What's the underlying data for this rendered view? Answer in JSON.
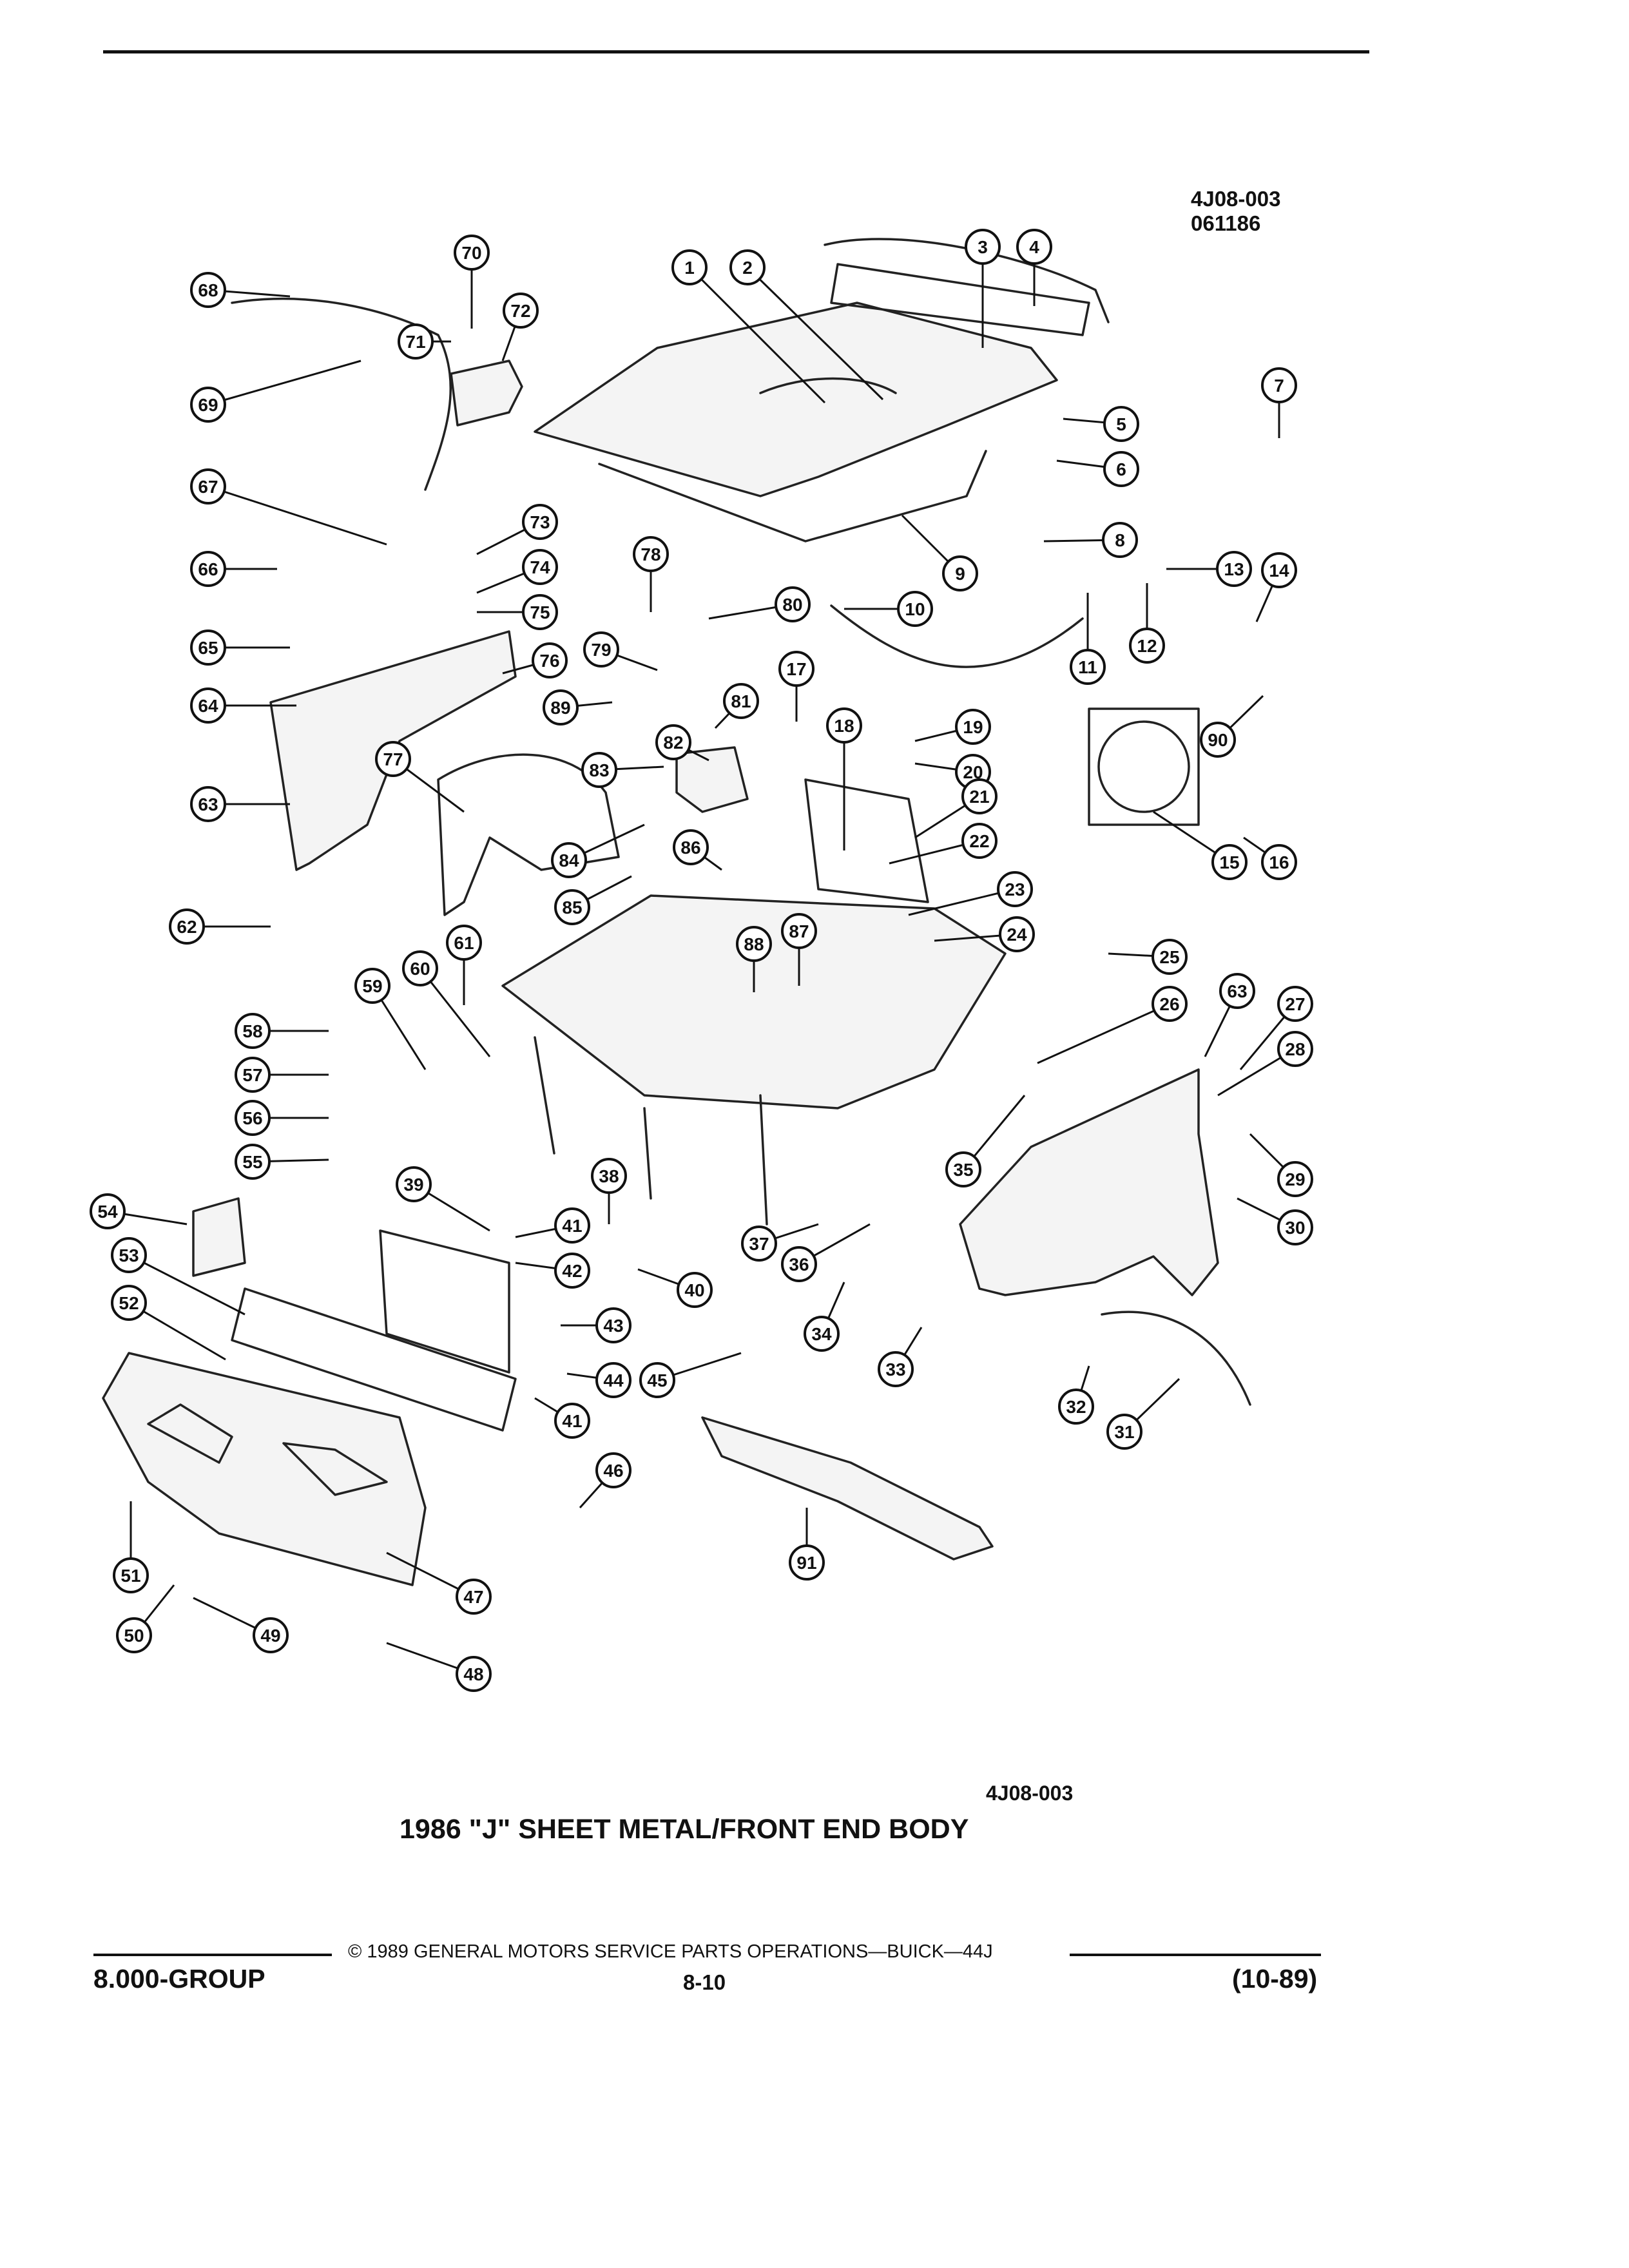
{
  "figure_code": "4J08-003",
  "figure_date": "061186",
  "bottom_code": "4J08-003",
  "caption": "1986 \"J\" SHEET METAL/FRONT END BODY",
  "footer": {
    "copyright": "© 1989 GENERAL MOTORS SERVICE PARTS OPERATIONS—BUICK—44J",
    "group": "8.000-GROUP",
    "page": "8-10",
    "date": "(10-89)"
  },
  "callouts": [
    "1",
    "2",
    "3",
    "4",
    "5",
    "6",
    "7",
    "8",
    "9",
    "10",
    "11",
    "12",
    "13",
    "14",
    "15",
    "16",
    "17",
    "18",
    "19",
    "20",
    "21",
    "22",
    "23",
    "24",
    "25",
    "26",
    "27",
    "28",
    "29",
    "30",
    "31",
    "32",
    "33",
    "34",
    "35",
    "36",
    "37",
    "38",
    "39",
    "40",
    "41",
    "41",
    "42",
    "43",
    "44",
    "45",
    "46",
    "47",
    "48",
    "49",
    "50",
    "51",
    "52",
    "53",
    "54",
    "55",
    "56",
    "57",
    "58",
    "59",
    "60",
    "61",
    "62",
    "63",
    "63",
    "64",
    "65",
    "66",
    "67",
    "68",
    "69",
    "70",
    "71",
    "72",
    "73",
    "74",
    "75",
    "76",
    "77",
    "78",
    "79",
    "80",
    "81",
    "82",
    "83",
    "84",
    "85",
    "86",
    "87",
    "88",
    "89",
    "90",
    "91"
  ]
}
